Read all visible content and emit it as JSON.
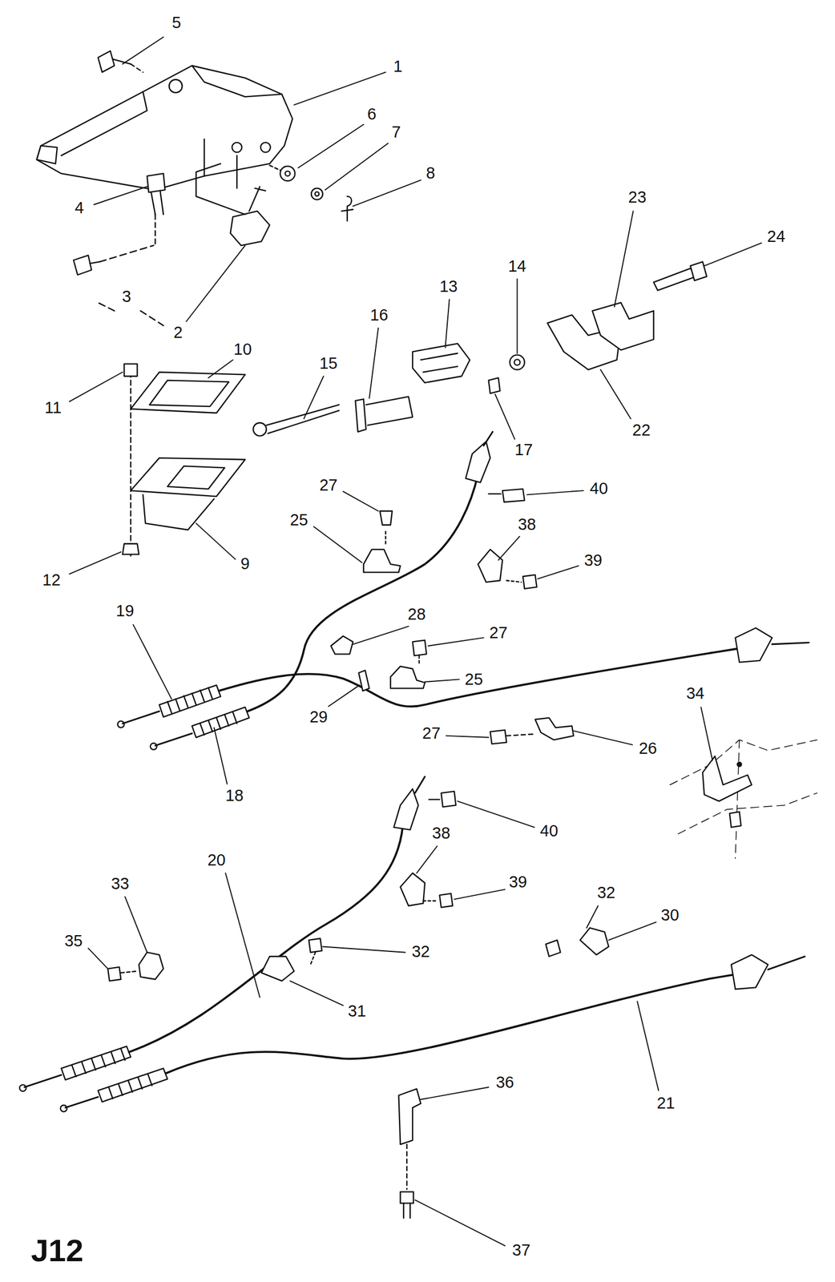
{
  "diagram": {
    "labels": [
      "5",
      "1",
      "6",
      "7",
      "8",
      "4",
      "3",
      "2",
      "23",
      "24",
      "22",
      "13",
      "14",
      "16",
      "15",
      "17",
      "10",
      "11",
      "9",
      "12",
      "27",
      "25",
      "40",
      "38",
      "39",
      "19",
      "28",
      "27",
      "29",
      "25",
      "27",
      "26",
      "34",
      "18",
      "40",
      "38",
      "39",
      "33",
      "20",
      "32",
      "30",
      "35",
      "32",
      "31",
      "21",
      "36",
      "37",
      "J12"
    ]
  }
}
